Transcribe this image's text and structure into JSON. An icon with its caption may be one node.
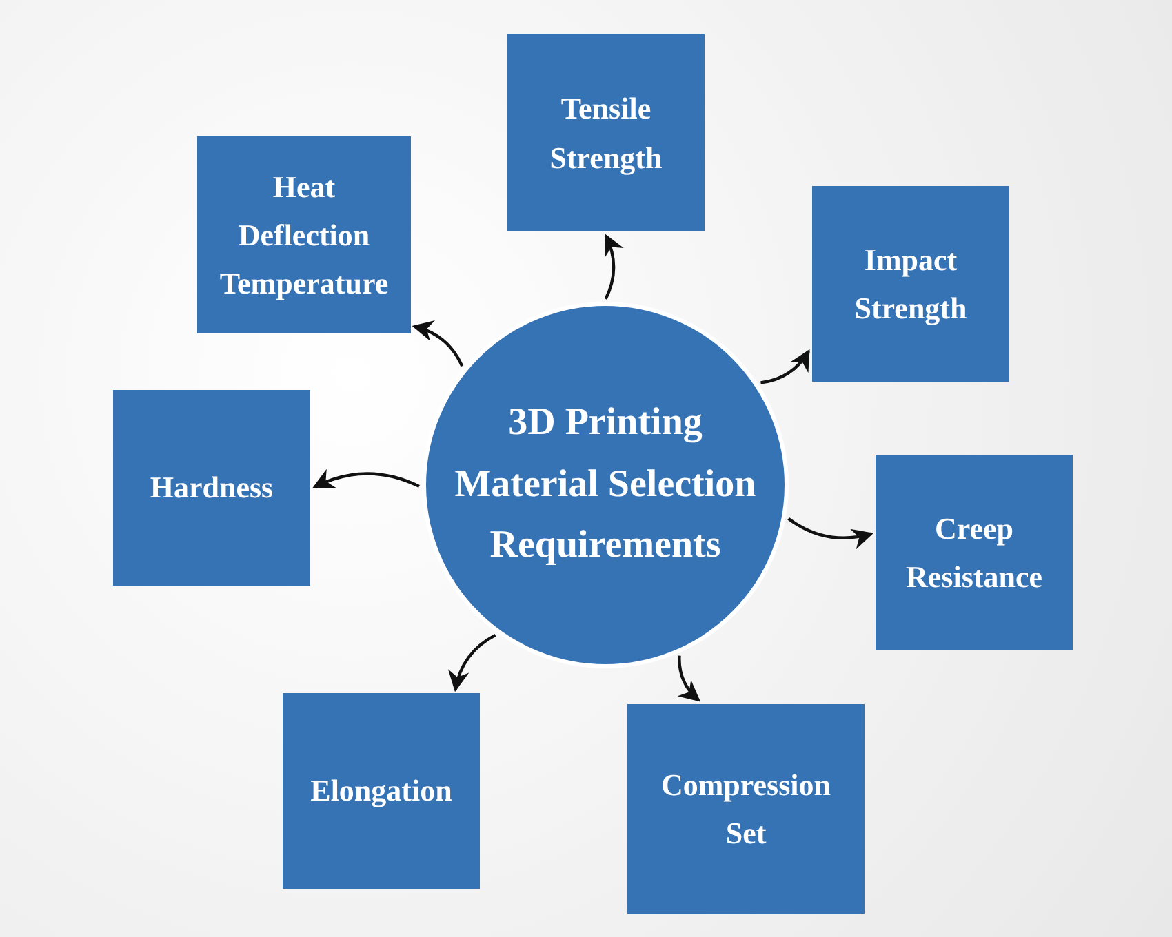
{
  "diagram": {
    "nodes": [
      {
        "text": [
          "3D Printing Material Selection Requirements"
        ]
      },
      {
        "text": [
          "Tensile Strength"
        ]
      },
      {
        "text": [
          "Impact Strength"
        ]
      },
      {
        "text": [
          "Creep Resistance"
        ]
      },
      {
        "text": [
          "Compression Set"
        ]
      },
      {
        "text": [
          "Elongation"
        ]
      },
      {
        "text": [
          "Hardness"
        ]
      },
      {
        "text": [
          "Heat Deflection Temperature"
        ]
      }
    ],
    "edges": [
      {
        "from": 0,
        "to": 1,
        "arrow": "to"
      },
      {
        "from": 0,
        "to": 2,
        "arrow": "to"
      },
      {
        "from": 0,
        "to": 3,
        "arrow": "to"
      },
      {
        "from": 0,
        "to": 4,
        "arrow": "to"
      },
      {
        "from": 0,
        "to": 5,
        "arrow": "to"
      },
      {
        "from": 0,
        "to": 6,
        "arrow": "to"
      },
      {
        "from": 0,
        "to": 7,
        "arrow": "to"
      }
    ]
  }
}
